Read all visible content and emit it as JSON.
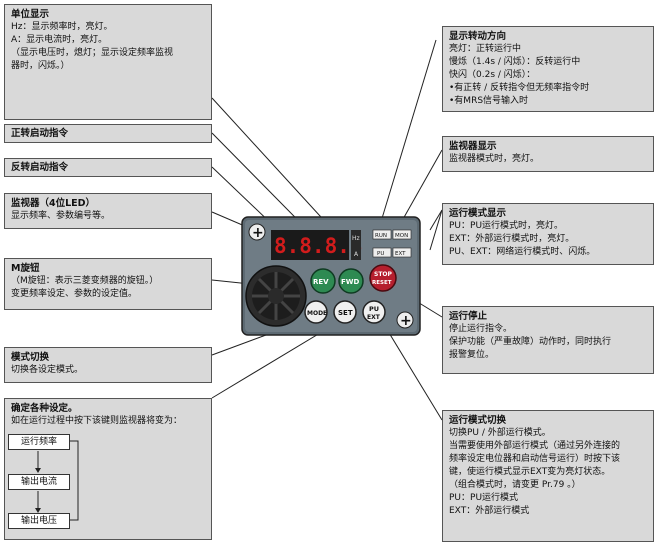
{
  "boxes": {
    "unit": {
      "title": "单位显示",
      "lines": [
        "Hz：显示频率时，亮灯。",
        "A：显示电流时，亮灯。",
        "（显示电压时，熄灯；显示设定频率监视",
        "器时，闪烁。）"
      ]
    },
    "fwd": {
      "title": "正转启动指令"
    },
    "rev": {
      "title": "反转启动指令"
    },
    "monitor": {
      "title": "监视器（4位LED）",
      "lines": [
        "显示频率、参数编号等。"
      ]
    },
    "mknob": {
      "title": "M旋钮",
      "lines": [
        "（M旋钮：表示三菱变频器的旋钮。）",
        "变更频率设定、参数的设定值。"
      ]
    },
    "mode": {
      "title": "模式切换",
      "lines": [
        "切换各设定模式。"
      ]
    },
    "set": {
      "title": "确定各种设定。",
      "lines": [
        "如在运行过程中按下该键则监视器将变为："
      ]
    },
    "dir": {
      "title": "显示转动方向",
      "lines": [
        "亮灯：正转运行中",
        "慢烁（1.4s / 闪烁）：反转运行中",
        "快闪（0.2s / 闪烁）：",
        "•有正转 / 反转指令但无频率指令时",
        "•有MRS信号输入时"
      ]
    },
    "monled": {
      "title": "监视器显示",
      "lines": [
        "监视器模式时，亮灯。"
      ]
    },
    "opmode": {
      "title": "运行模式显示",
      "lines": [
        "PU：PU运行模式时，亮灯。",
        "EXT：外部运行模式时，亮灯。",
        "PU、EXT：网络运行模式时、闪烁。"
      ]
    },
    "stop": {
      "title": "运行停止",
      "lines": [
        "停止运行指令。",
        "保护功能（严重故障）动作时，同时执行",
        "报警复位。"
      ]
    },
    "puext": {
      "title": "运行模式切换",
      "lines": [
        "切换PU / 外部运行模式。",
        "当需要使用外部运行模式（通过另外连接的",
        "频率设定电位器和启动信号运行）时按下该",
        "键，使运行模式显示EXT变为亮灯状态。",
        "（组合模式时，请变更 Pr.79 。）",
        "PU：PU运行模式",
        "EXT：外部运行模式"
      ]
    }
  },
  "flow": [
    "运行频率",
    "输出电流",
    "输出电压"
  ],
  "panel": {
    "display": "8.8.8.8",
    "unit_hz": "Hz",
    "unit_a": "A",
    "rev": "REV",
    "fwd": "FWD",
    "stop_line1": "STOP",
    "stop_line2": "RESET",
    "mode": "MODE",
    "set": "SET",
    "pu": "PU",
    "ext": "EXT",
    "led_run": "RUN",
    "led_mon": "MON",
    "led_pu": "PU",
    "led_ext": "EXT",
    "plus": "+"
  }
}
